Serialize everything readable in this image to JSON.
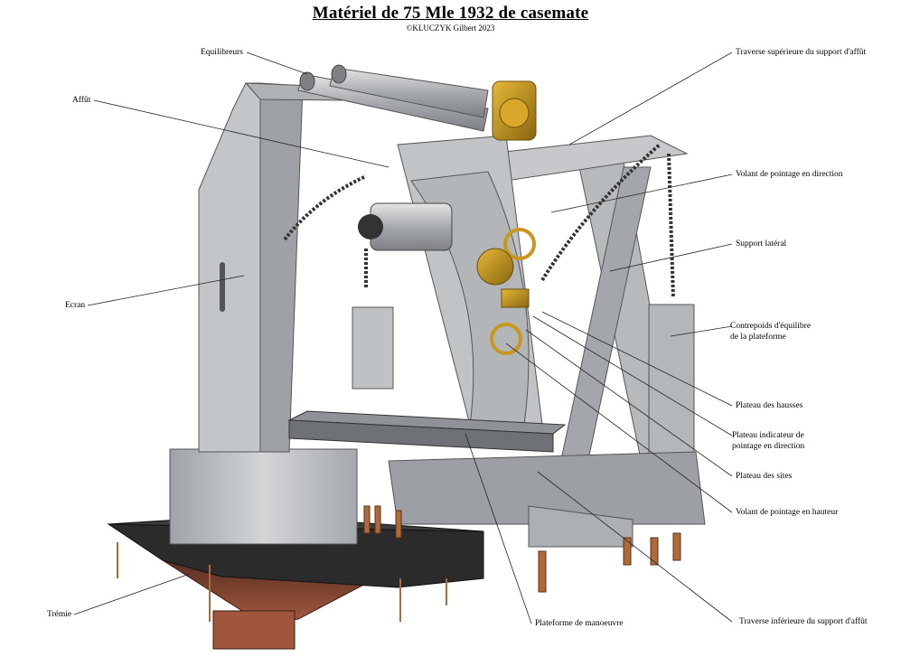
{
  "title": "Matériel de 75 Mle 1932 de casemate",
  "credit": "©KLUCZYK Gilbert 2023",
  "labels": {
    "equilibreurs": "Equilibreurs",
    "affut": "Affût",
    "ecran": "Ecran",
    "tremie": "Trémie",
    "traverse_sup": "Traverse supérieure du support d'affût",
    "volant_direction": "Volant de pointage en direction",
    "support_lateral": "Support latéral",
    "contrepoids_1": "Contrepoids d'équilibre",
    "contrepoids_2": "de la plateforme",
    "plateau_hausses": "Plateau des hausses",
    "plateau_indic_1": "Plateau indicateur de",
    "plateau_indic_2": "pointage en direction",
    "plateau_sites": "Plateau des sites",
    "volant_hauteur": "Volant de pointage en hauteur",
    "traverse_inf": "Traverse inférieure du support d'affût",
    "plateforme": "Plateforme de manoeuvre"
  },
  "colors": {
    "steel": "#b9bcbf",
    "steel_dark": "#8e9195",
    "steel_light": "#d9dbdd",
    "brass": "#c9971c",
    "brass_dark": "#8a6510",
    "concrete": "#8b4a36",
    "black_plate": "#2b2b2b",
    "bolt": "#8a5a3a"
  }
}
